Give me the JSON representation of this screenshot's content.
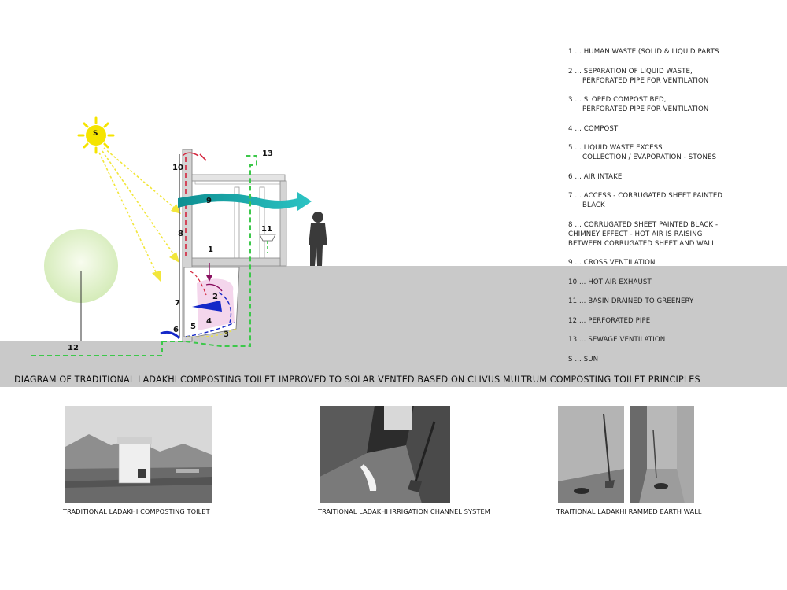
{
  "diagram": {
    "labels": {
      "n1": "1",
      "n2": "2",
      "n3": "3",
      "n4": "4",
      "n5": "5",
      "n6": "6",
      "n7": "7",
      "n8": "8",
      "n9": "9",
      "n10": "10",
      "n11": "11",
      "n12": "12",
      "n13": "13",
      "sun": "S"
    },
    "colors": {
      "ground": "#c8c8c8",
      "sun": "#f5e400",
      "solar_rays": "#f2e63a",
      "cross_ventilation": "#1aa6a6",
      "sewage_pipe": "#3cc84a",
      "hot_air": "#d4243c",
      "liquid_waste": "#1428c8",
      "compost": "#f0c8e8",
      "tree": "#dff0c8"
    }
  },
  "legend": [
    {
      "num": "1 ...",
      "lines": [
        "HUMAN WASTE (SOLID & LIQUID PARTS"
      ]
    },
    {
      "num": "2 ...",
      "lines": [
        "SEPARATION OF LIQUID WASTE,",
        "PERFORATED PIPE FOR VENTILATION"
      ]
    },
    {
      "num": "3 ...",
      "lines": [
        "SLOPED COMPOST BED,",
        "PERFORATED PIPE FOR VENTILATION"
      ]
    },
    {
      "num": "4 ...",
      "lines": [
        "COMPOST"
      ]
    },
    {
      "num": "5 ...",
      "lines": [
        "LIQUID WASTE EXCESS",
        "COLLECTION / EVAPORATION - STONES"
      ]
    },
    {
      "num": "6 ...",
      "lines": [
        "AIR INTAKE"
      ]
    },
    {
      "num": "7 ...",
      "lines": [
        "ACCESS - CORRUGATED SHEET PAINTED",
        "BLACK"
      ]
    },
    {
      "num": "8 ...",
      "lines": [
        "CORRUGATED SHEET PAINTED BLACK -",
        "CHIMNEY EFFECT - HOT AIR IS RAISING",
        "BETWEEN CORRUGATED SHEET AND WALL"
      ]
    },
    {
      "num": "9 ...",
      "lines": [
        "CROSS VENTILATION"
      ]
    },
    {
      "num": "10 ...",
      "lines": [
        "HOT AIR EXHAUST"
      ]
    },
    {
      "num": "11 ...",
      "lines": [
        "BASIN DRAINED TO GREENERY"
      ]
    },
    {
      "num": "12 ...",
      "lines": [
        "PERFORATED PIPE"
      ]
    },
    {
      "num": "13 ...",
      "lines": [
        "SEWAGE VENTILATION"
      ]
    },
    {
      "num": "S ...",
      "lines": [
        "SUN"
      ]
    }
  ],
  "caption": "DIAGRAM OF TRADITIONAL LADAKHI COMPOSTING TOILET IMPROVED TO SOLAR VENTED BASED ON CLIVUS MULTRUM COMPOSTING TOILET PRINCIPLES",
  "photos": [
    {
      "caption": "TRADITIONAL LADAKHI COMPOSTING TOILET"
    },
    {
      "caption": "TRAITIONAL LADAKHI IRRIGATION CHANNEL SYSTEM"
    },
    {
      "caption": "TRAITIONAL LADAKHI RAMMED EARTH WALL"
    }
  ]
}
